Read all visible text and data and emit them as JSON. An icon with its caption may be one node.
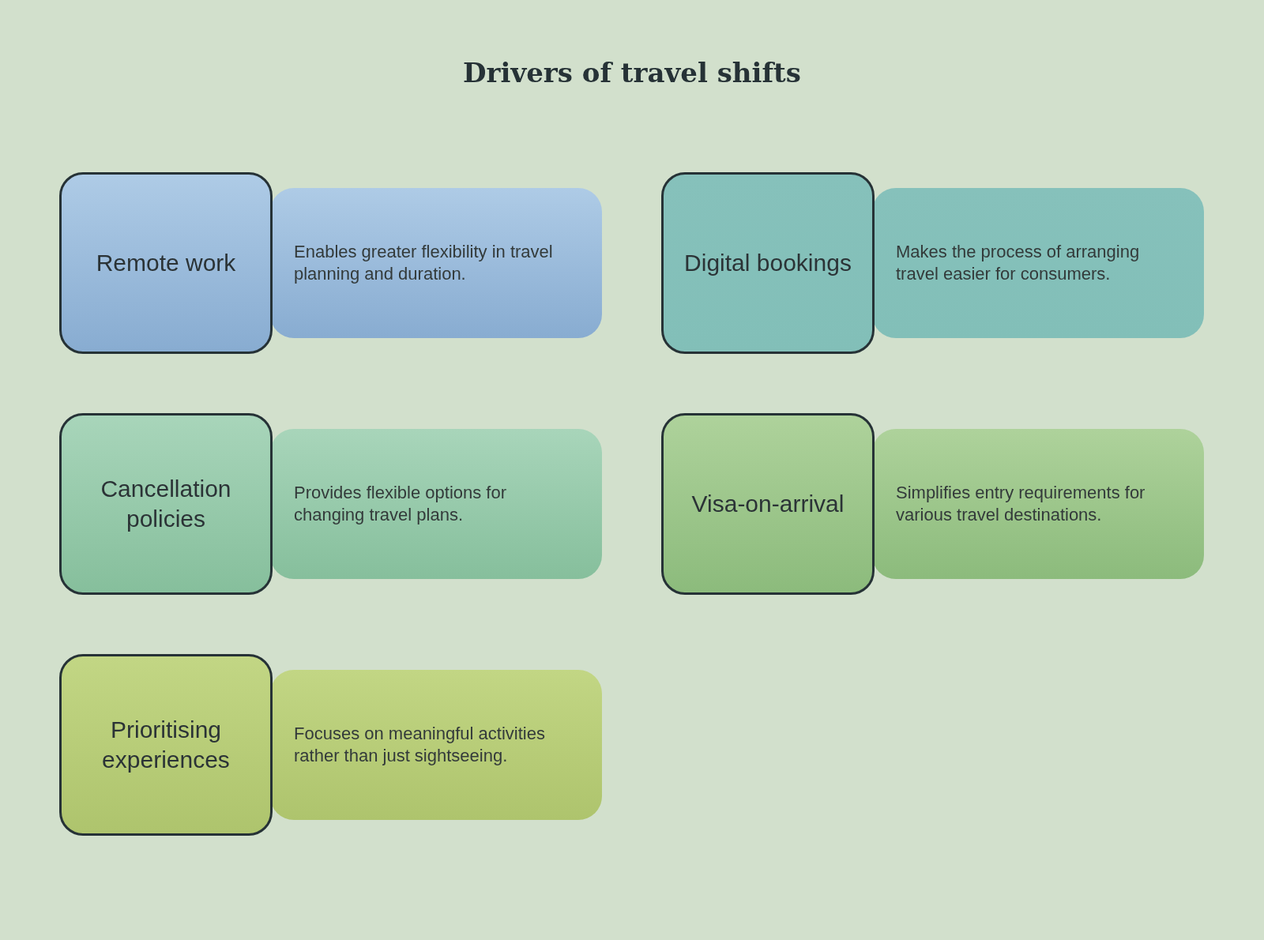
{
  "diagram": {
    "title": "Drivers of travel shifts",
    "nodes": [
      {
        "text": [
          "Remote work"
        ]
      },
      {
        "text": [
          "Enables greater flexibility in travel planning and duration."
        ]
      },
      {
        "text": [
          "Digital bookings"
        ]
      },
      {
        "text": [
          "Makes the process of arranging travel easier for consumers."
        ]
      },
      {
        "text": [
          "Cancellation policies"
        ]
      },
      {
        "text": [
          "Provides flexible options for changing travel plans."
        ]
      },
      {
        "text": [
          "Visa-on-arrival"
        ]
      },
      {
        "text": [
          "Simplifies entry requirements for various travel destinations."
        ]
      },
      {
        "text": [
          "Prioritising experiences"
        ]
      },
      {
        "text": [
          "Focuses on meaningful activities rather than just sightseeing."
        ]
      }
    ],
    "edges": []
  }
}
